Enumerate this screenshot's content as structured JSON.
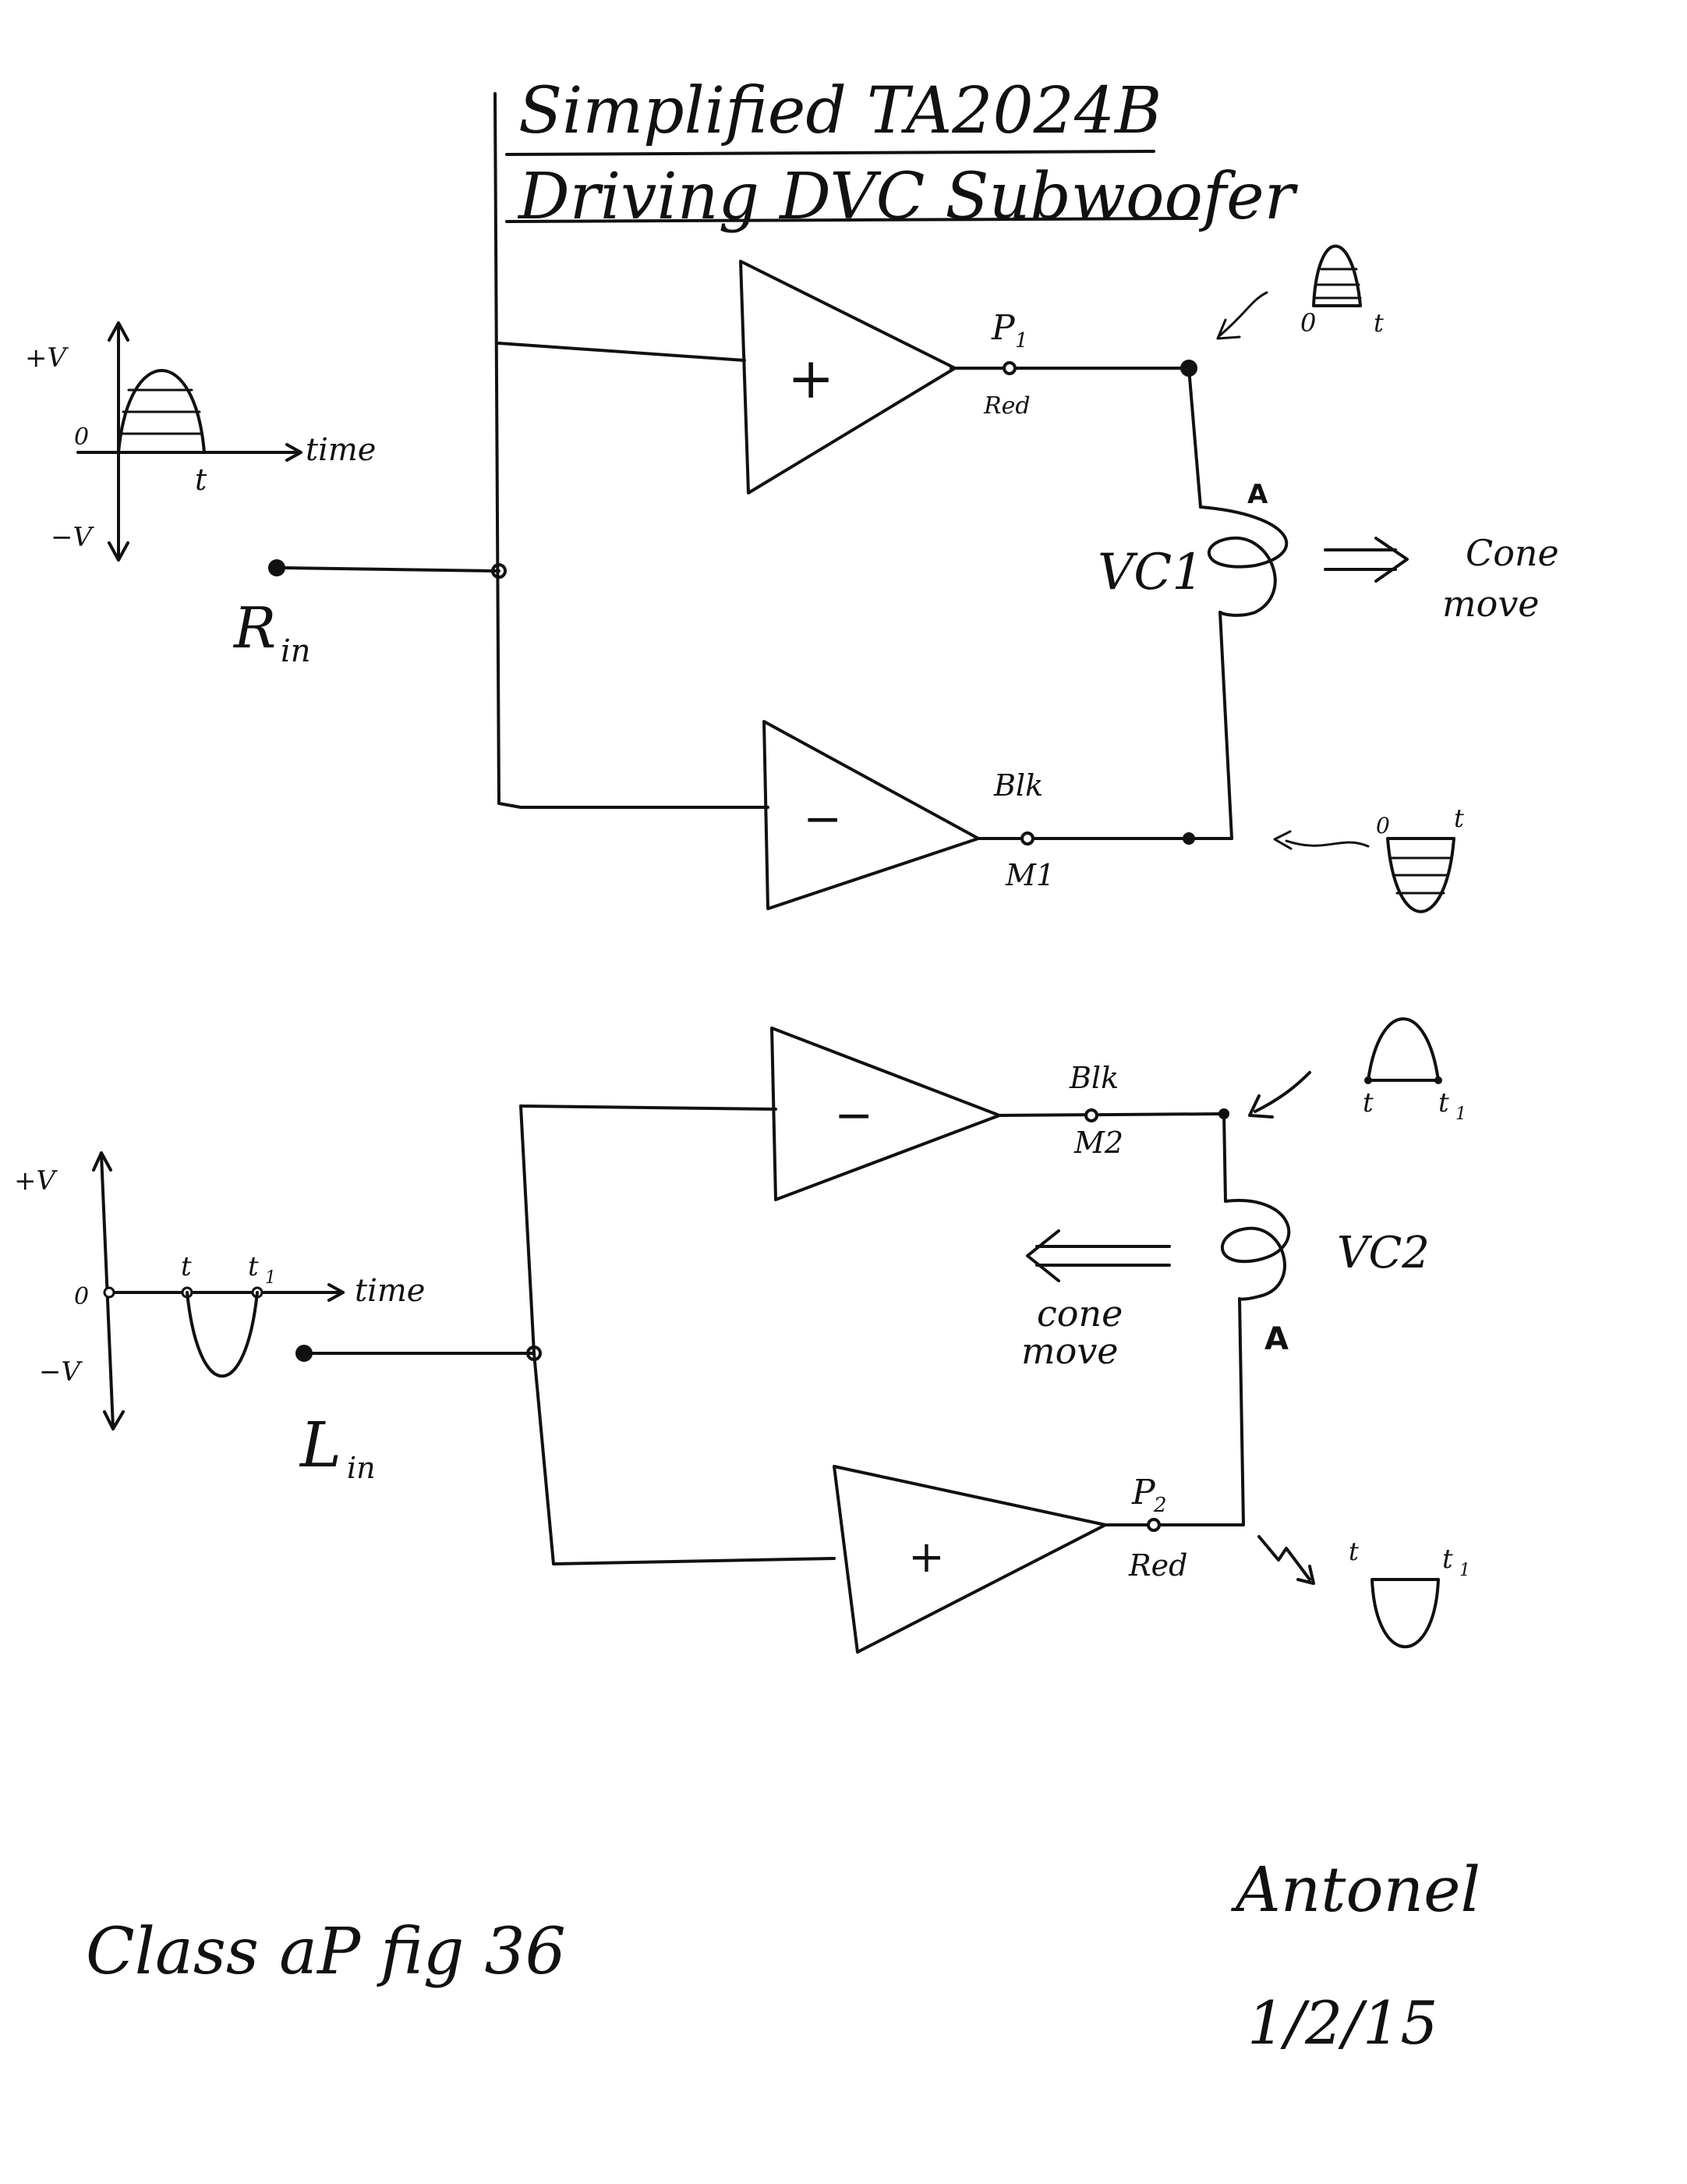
{
  "title": {
    "line1": "Simplified TA2024B",
    "line2": "Driving DVC Subwoofer"
  },
  "top_circuit": {
    "input_label": "R",
    "input_sub": "in",
    "amp_plus": "+",
    "amp_minus": "−",
    "p1": "P",
    "p1_sub": "1",
    "p1_color": "Red",
    "m1_color": "Blk",
    "m1": "M1",
    "coil": "VC1",
    "polarity": "A",
    "cone_line1": "Cone",
    "cone_line2": "move",
    "wave": {
      "pos": "+V",
      "neg": "−V",
      "zero": "0",
      "t": "t",
      "axis": "time"
    },
    "out_top": {
      "zero": "0",
      "t": "t"
    },
    "out_bottom": {
      "zero": "0",
      "t": "t"
    }
  },
  "bottom_circuit": {
    "input_label": "L",
    "input_sub": "in",
    "amp_minus": "−",
    "amp_plus": "+",
    "m2_color": "Blk",
    "m2": "M2",
    "p2": "P",
    "p2_sub": "2",
    "p2_color": "Red",
    "coil": "VC2",
    "polarity": "A",
    "cone_line1": "cone",
    "cone_line2": "move",
    "wave": {
      "pos": "+V",
      "neg": "−V",
      "zero": "0",
      "t": "t",
      "t1": "t",
      "t1_sub": "1",
      "axis": "time"
    },
    "out_top": {
      "t": "t",
      "t1": "t",
      "t1_sub": "1"
    },
    "out_bottom": {
      "t": "t",
      "t1": "t",
      "t1_sub": "1"
    }
  },
  "footer": {
    "figure": "Class aP fig 36",
    "author": "Antonel",
    "date": "1/2/15"
  }
}
